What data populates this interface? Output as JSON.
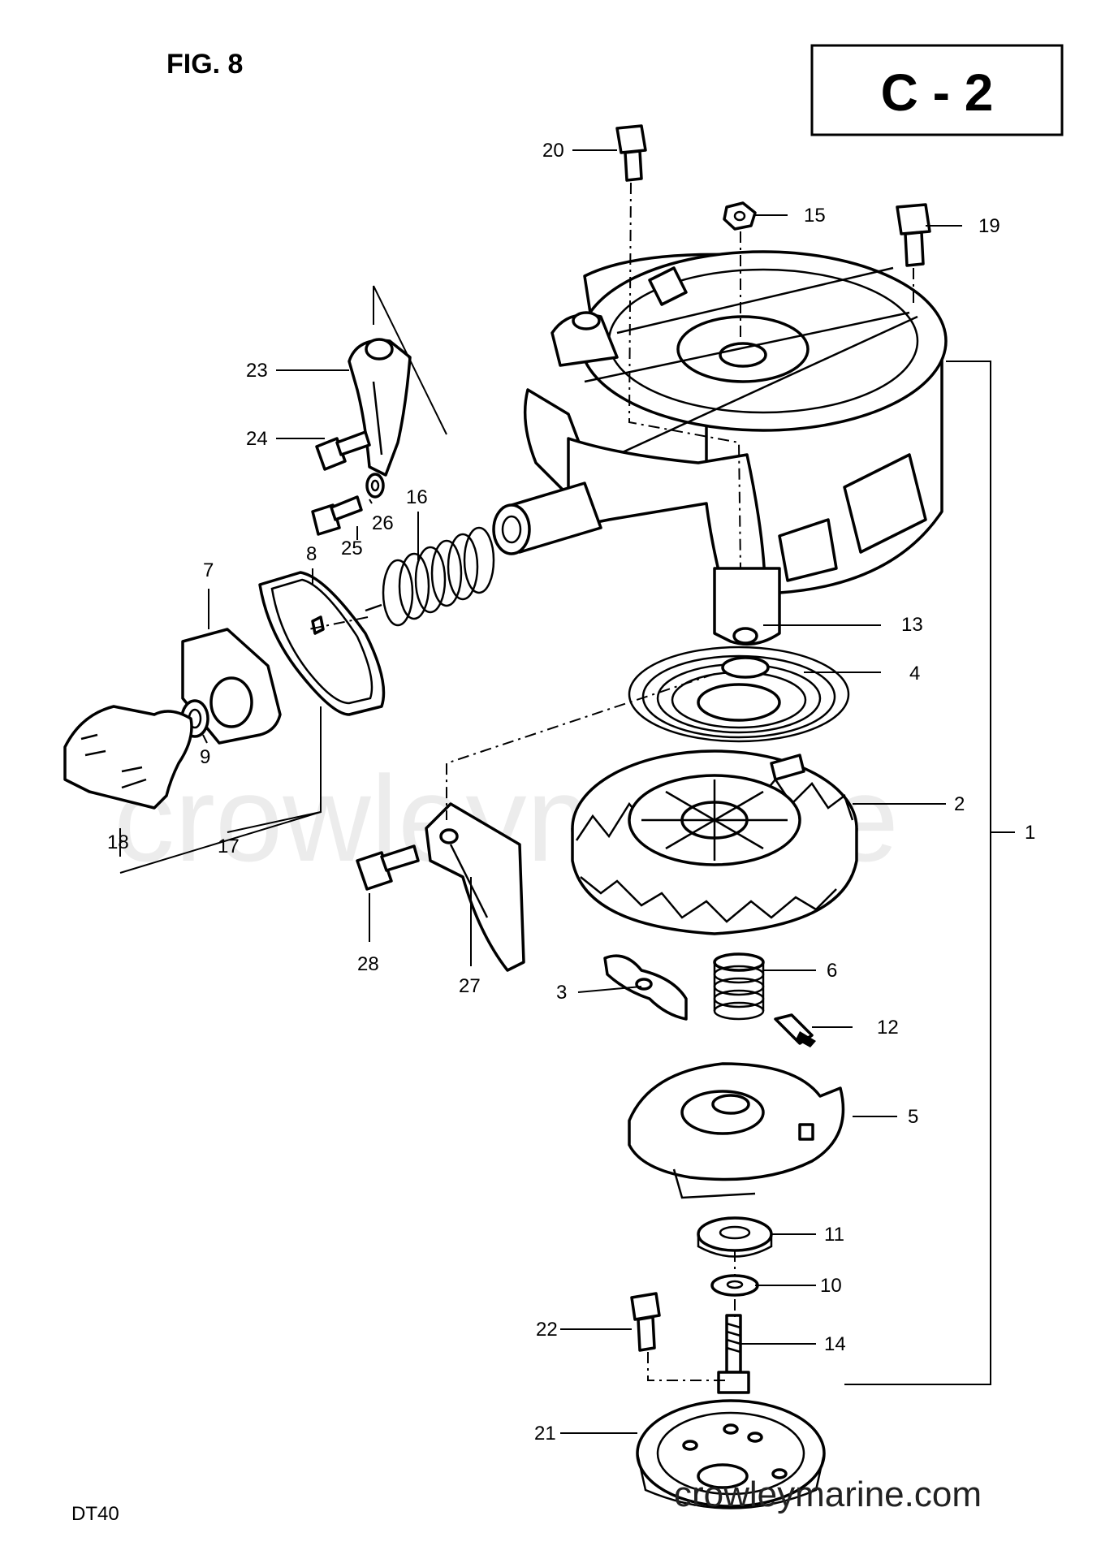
{
  "figure_label": "FIG. 8",
  "section_code": "C - 2",
  "model": "DT40",
  "watermark": "crowleymarine",
  "website": "crowleymarine.com",
  "callouts": {
    "c1": "1",
    "c2": "2",
    "c3": "3",
    "c4": "4",
    "c5": "5",
    "c6": "6",
    "c7": "7",
    "c8": "8",
    "c9": "9",
    "c10": "10",
    "c11": "11",
    "c12": "12",
    "c13": "13",
    "c14": "14",
    "c15": "15",
    "c16": "16",
    "c17": "17",
    "c18": "18",
    "c19": "19",
    "c20": "20",
    "c21": "21",
    "c22": "22",
    "c23": "23",
    "c24": "24",
    "c25": "25",
    "c26": "26",
    "c27": "27",
    "c28": "28"
  }
}
